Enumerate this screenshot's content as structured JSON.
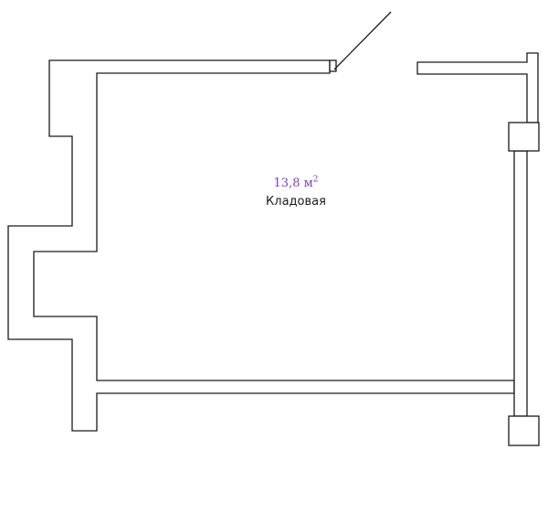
{
  "room": {
    "area_value": "13,8 м",
    "area_superscript": "2",
    "name": "Кладовая"
  },
  "colors": {
    "area_text": "#7a3fc4",
    "wall_stroke": "#1a1a1a",
    "background": "#ffffff"
  }
}
